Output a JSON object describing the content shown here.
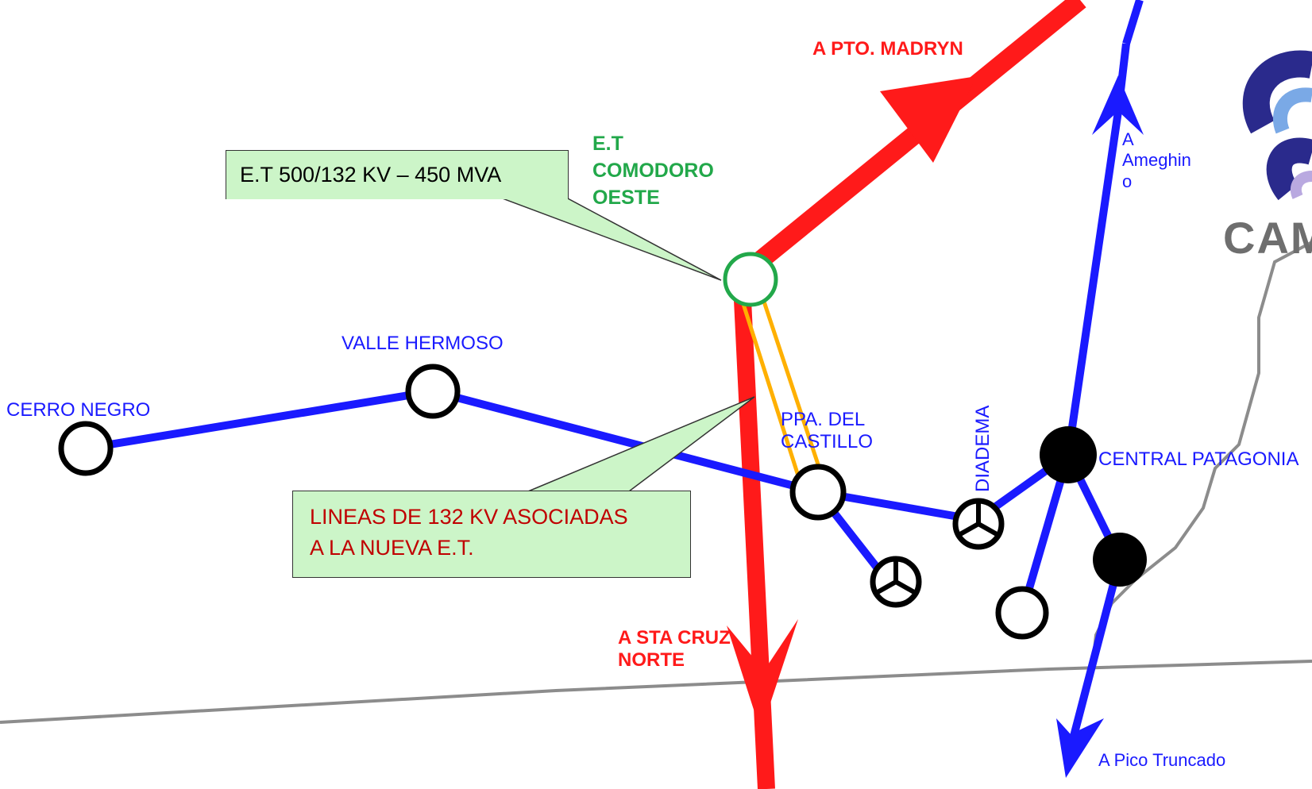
{
  "colors": {
    "transmission_500kv": "#ff1a1a",
    "lines_132kv_new": "#ffb000",
    "network_lines": "#1a1aff",
    "boundary": "#8c8c8c",
    "callout_fill": "#ccf5c8",
    "new_station": "#22a84a",
    "callout_text_dark_red": "#c00000"
  },
  "callouts": {
    "station_spec": "E.T 500/132 KV – 450 MVA",
    "new_lines": [
      "LINEAS DE 132 KV ASOCIADAS",
      "A LA NUEVA E.T."
    ]
  },
  "station_label": [
    "E.T",
    "COMODORO",
    "OESTE"
  ],
  "destinations": {
    "madryn": "A PTO. MADRYN",
    "sta_cruz": [
      "A STA CRUZ",
      "NORTE"
    ],
    "ameghino": [
      "A",
      "Ameghin",
      "o"
    ],
    "pico_truncado": "A Pico Truncado"
  },
  "nodes": {
    "cerro_negro": "CERRO NEGRO",
    "valle_hermoso": "VALLE HERMOSO",
    "ppa_del_castillo": [
      "PPA. DEL",
      "CASTILLO"
    ],
    "diadema": "DIADEMA",
    "central_patagonia": "CENTRAL PATAGONIA"
  },
  "logo": {
    "text": "CAM"
  },
  "icons": {
    "substation": "circle-node",
    "power_plant": "filled-circle-node",
    "wind_generator": "circle-with-y-spokes"
  }
}
